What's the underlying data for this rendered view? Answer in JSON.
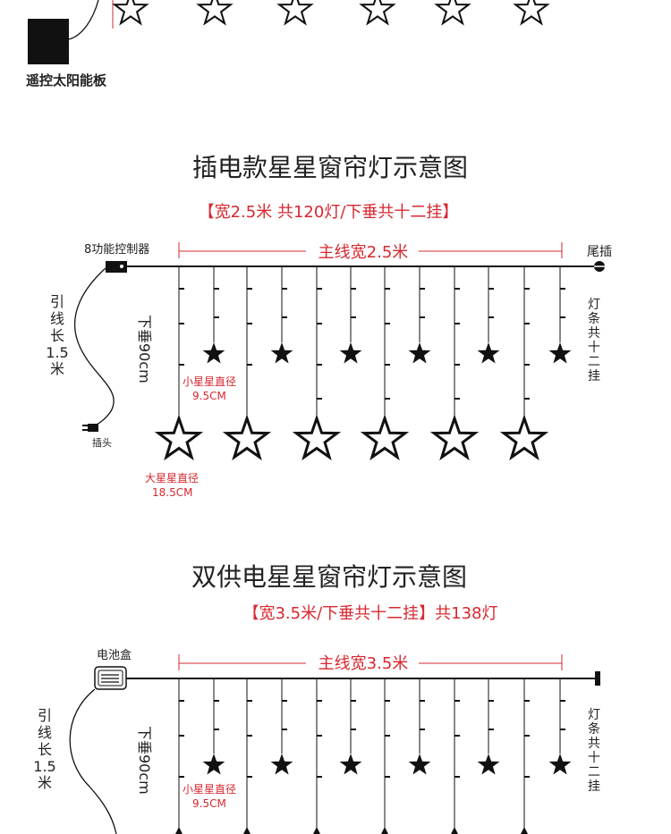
{
  "top_section": {
    "panel_label": "遥控太阳能板"
  },
  "plug_diagram": {
    "title": "插电款星星窗帘灯示意图",
    "spec": "【宽2.5米 共120灯/下垂共十二挂】",
    "controller_label": "8功能控制器",
    "main_width_label": "主线宽2.5米",
    "tail_label": "尾插",
    "lead_label": [
      "引",
      "线",
      "长",
      "1.5",
      "米"
    ],
    "drop_label": "下垂90cm",
    "strands_label": [
      "灯",
      "条",
      "共",
      "十",
      "二",
      "挂"
    ],
    "small_star_label": "小星星直径",
    "small_star_size": "9.5CM",
    "big_star_label": "大星星直径",
    "big_star_size": "18.5CM",
    "plug_label": "插头"
  },
  "battery_diagram": {
    "title": "双供电星星窗帘灯示意图",
    "spec": "【宽3.5米/下垂共十二挂】共138灯",
    "battery_label": "电池盒",
    "main_width_label": "主线宽3.5米",
    "lead_label": [
      "引",
      "线",
      "长",
      "1.5",
      "米"
    ],
    "drop_label": "下垂90cm",
    "strands_label": [
      "灯",
      "条",
      "共",
      "十",
      "二",
      "挂"
    ],
    "small_star_label": "小星星直径",
    "small_star_size": "9.5CM"
  },
  "colors": {
    "accent_red": "#d7282f",
    "line": "#111111"
  }
}
